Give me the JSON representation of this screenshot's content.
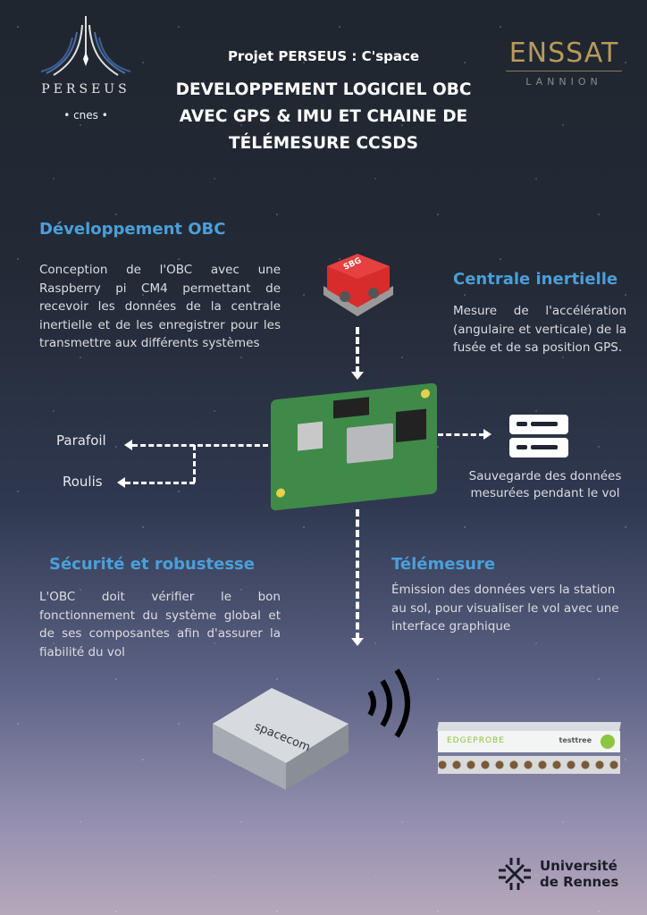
{
  "logos": {
    "perseus": "PERSEUS",
    "cnes": "• cnes •",
    "enssat": "ENSSAT",
    "enssat_sub": "LANNION",
    "univ_line1": "Université",
    "univ_line2": "de Rennes"
  },
  "header": {
    "subtitle": "Projet PERSEUS : C'space",
    "title_lines": [
      "DEVELOPPEMENT LOGICIEL  OBC",
      "AVEC GPS & IMU ET CHAINE DE",
      "TÉLÉMESURE CCSDS"
    ]
  },
  "sections": {
    "obc": {
      "heading": "Développement OBC",
      "text": "Conception de l'OBC avec une Raspberry pi CM4 permettant de recevoir les données de la centrale inertielle et de les enregistrer pour les transmettre aux différents systèmes"
    },
    "imu": {
      "heading": "Centrale inertielle",
      "text": "Mesure de l'accélération (angulaire et verticale) de la fusée et de sa position GPS."
    },
    "safety": {
      "heading": "Sécurité et robustesse",
      "text": "L'OBC doit vérifier le bon fonctionnement du système global et de ses composantes afin d'assurer la fiabilité du vol"
    },
    "telemetry": {
      "heading": "Télémesure",
      "text": "Émission des données vers la station au sol, pour visualiser le vol avec une interface graphique"
    }
  },
  "diagram": {
    "parafoil": "Parafoil",
    "roulis": "Roulis",
    "storage_line1": "Sauvegarde des données",
    "storage_line2": "mesurées  pendant le vol",
    "sbg": "SBG",
    "spacecom": "spacecom",
    "edgeprobe": "EDGEPROBE",
    "testtree": "testtree"
  },
  "colors": {
    "heading": "#4b9fd9",
    "gold": "#b89a5a"
  }
}
